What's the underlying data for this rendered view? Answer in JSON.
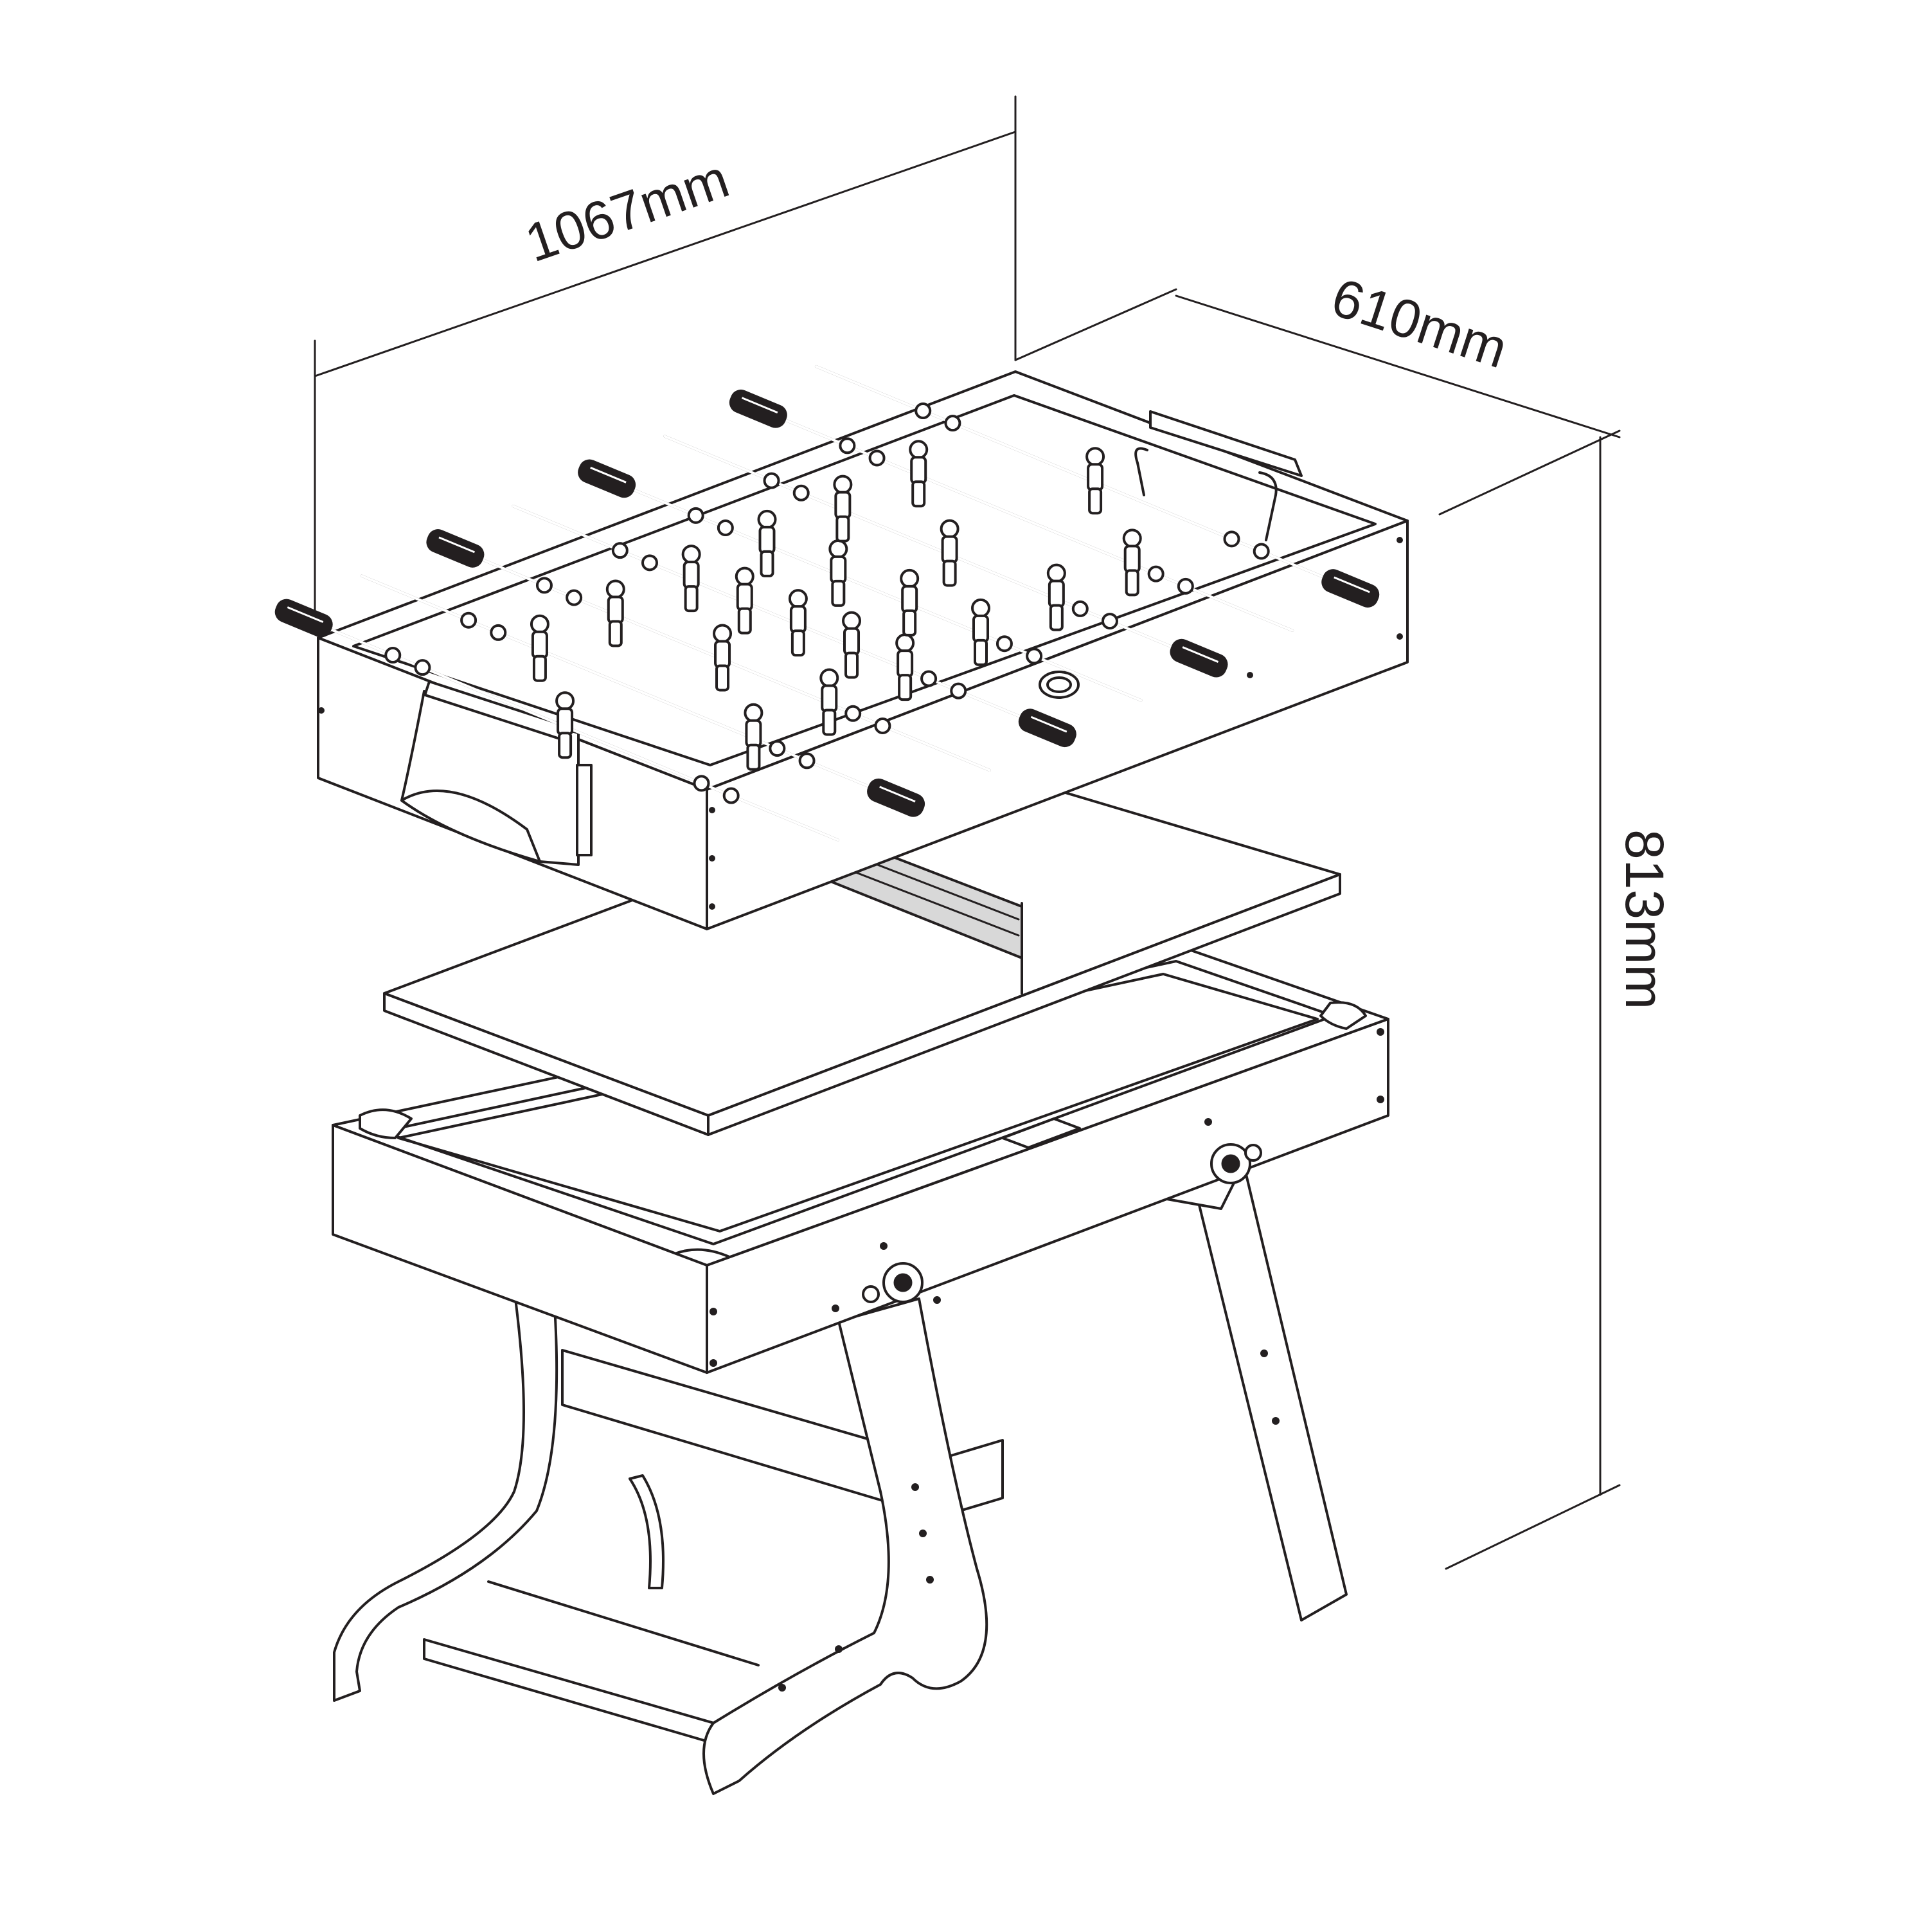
{
  "dimensions": {
    "length": "1067mm",
    "width": "610mm",
    "height": "813mm"
  },
  "colors": {
    "line": "#231f20",
    "background": "#ffffff"
  },
  "components": [
    {
      "name": "foosball-table-top",
      "icon": "foosball-icon"
    },
    {
      "name": "table-tennis-top",
      "icon": "ping-pong-net-icon"
    },
    {
      "name": "pool-table-base",
      "icon": "pool-table-icon"
    },
    {
      "name": "folding-legs",
      "icon": "table-leg-icon"
    }
  ]
}
